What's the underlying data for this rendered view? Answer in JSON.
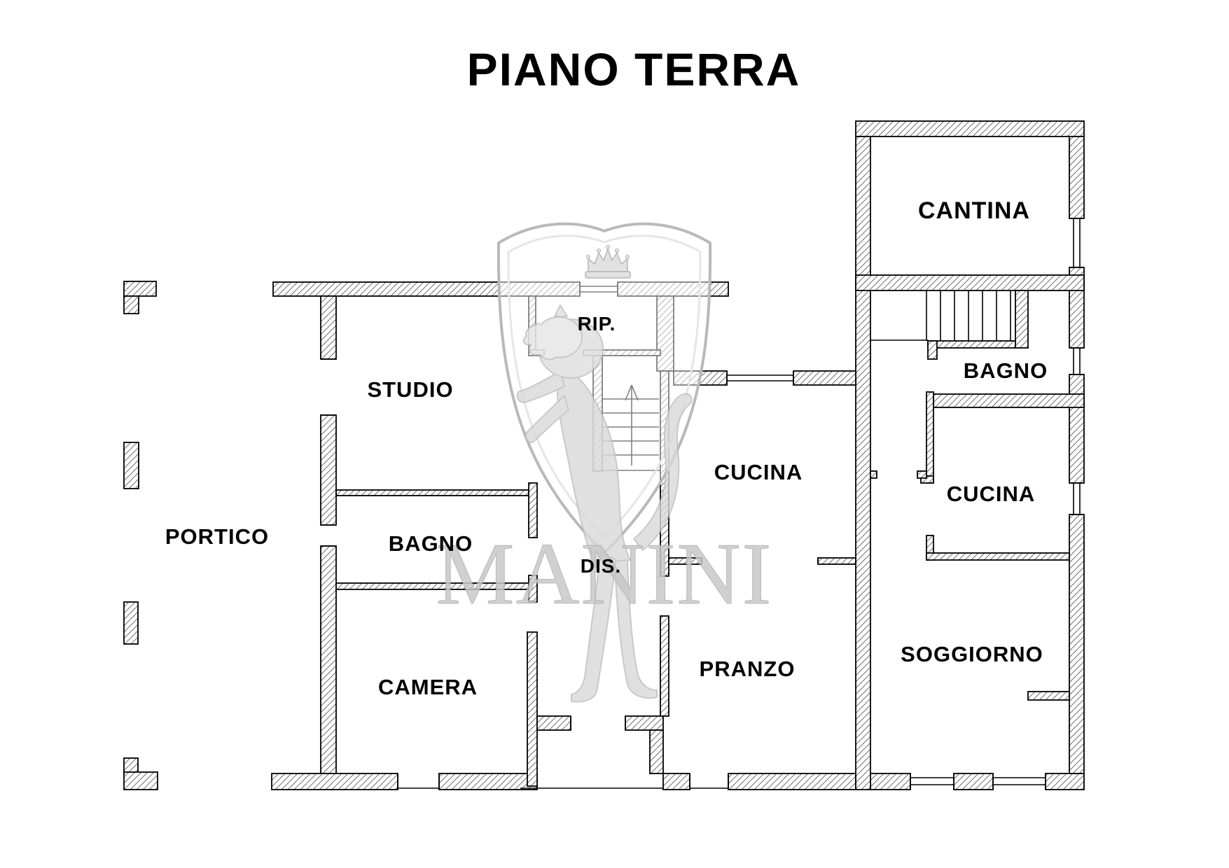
{
  "title": "PIANO TERRA",
  "watermark": {
    "text": "MANINI"
  },
  "rooms": [
    {
      "id": "portico",
      "label": "PORTICO"
    },
    {
      "id": "studio",
      "label": "STUDIO"
    },
    {
      "id": "rip",
      "label": "RIP."
    },
    {
      "id": "bagno-center",
      "label": "BAGNO"
    },
    {
      "id": "dis",
      "label": "DIS."
    },
    {
      "id": "camera",
      "label": "CAMERA"
    },
    {
      "id": "cucina-center",
      "label": "CUCINA"
    },
    {
      "id": "pranzo",
      "label": "PRANZO"
    },
    {
      "id": "cantina",
      "label": "CANTINA"
    },
    {
      "id": "bagno-right",
      "label": "BAGNO"
    },
    {
      "id": "cucina-right",
      "label": "CUCINA"
    },
    {
      "id": "soggiorno",
      "label": "SOGGIORNO"
    }
  ],
  "colors": {
    "background": "#ffffff",
    "wall_outline": "#000000",
    "hatch_line": "#555555",
    "watermark_gray": "#c8c8c8",
    "text_color": "#000000"
  }
}
